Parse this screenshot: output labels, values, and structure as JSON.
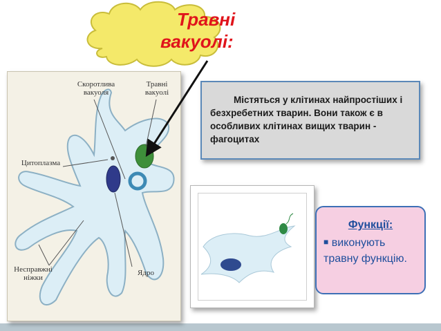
{
  "cloud": {
    "title_line1": "Травні",
    "title_line2": "вакуолі:"
  },
  "amoeba_labels": {
    "contractile_vacuole": "Скоротлива вакуоля",
    "digestive_vacuole": "Травні вакуолі",
    "cytoplasm": "Цитоплазма",
    "pseudopods": "Несправжні ніжки",
    "nucleus": "Ядро"
  },
  "info": {
    "text": "Містяться у клітинах найпростіших і безхребетних тварин. Вони також є в особливих клітинах  вищих тварин - фагоцитах"
  },
  "functions": {
    "title": "Функції:",
    "item": "виконують травну функцію."
  },
  "colors": {
    "title_red": "#e0141b",
    "cloud_fill": "#f4e96a",
    "amoeba_fill": "#dceef6",
    "func_bg": "#f6cfe2",
    "func_text": "#1f4e9c",
    "info_border": "#5b88b8"
  }
}
